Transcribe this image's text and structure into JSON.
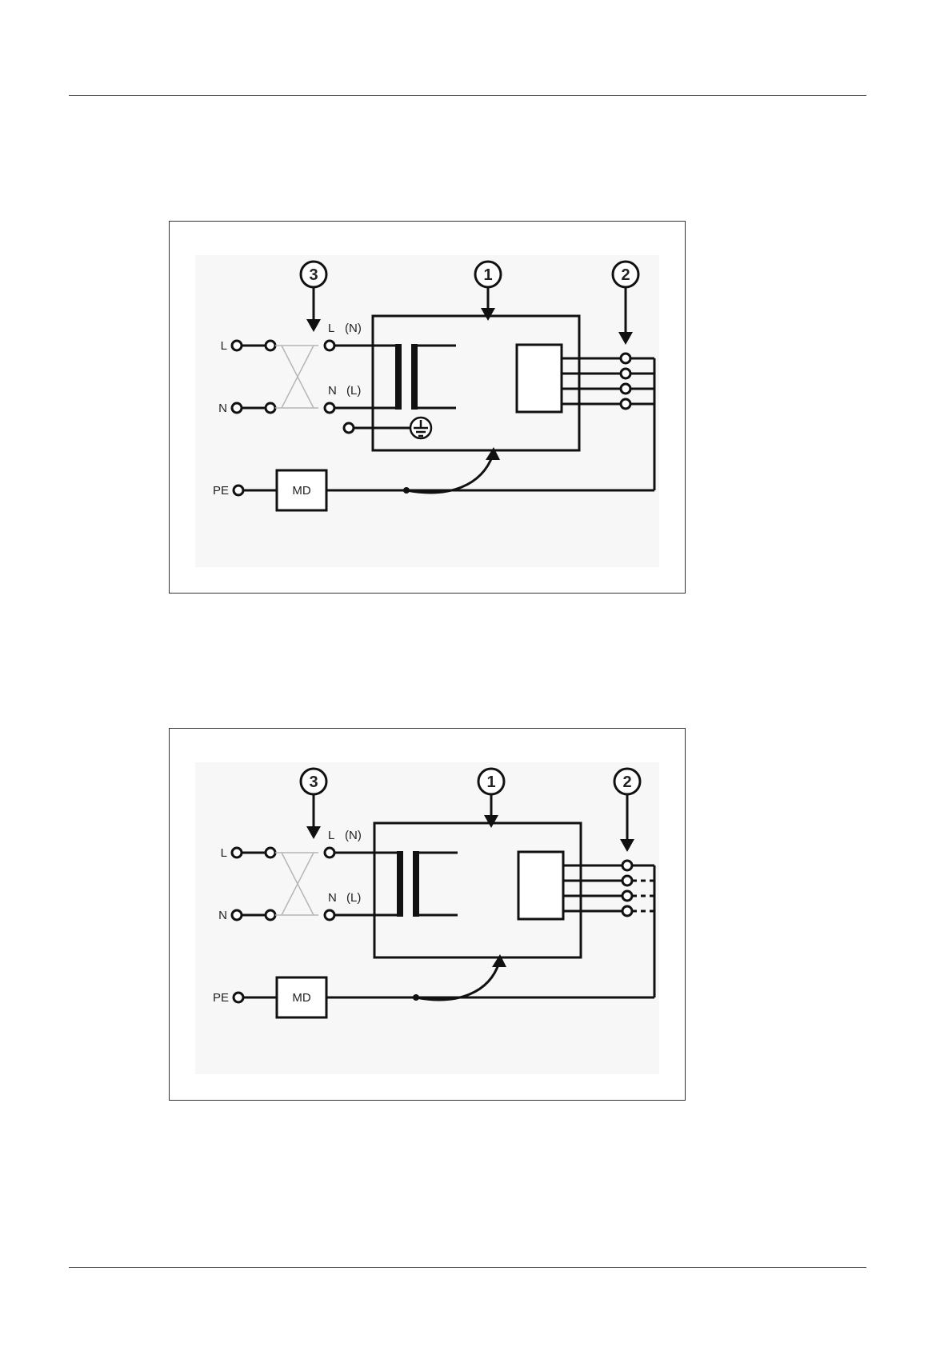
{
  "diagrams": [
    {
      "callouts": {
        "c1": "1",
        "c2": "2",
        "c3": "3"
      },
      "terminals": {
        "line_in": "L",
        "neutral_in": "N",
        "protective_earth": "PE",
        "out_line": "L",
        "out_line_alt": "(N)",
        "out_neutral": "N",
        "out_neutral_alt": "(L)"
      },
      "monitoring_device": "MD",
      "has_screen_terminal": true,
      "output_style": "solid"
    },
    {
      "callouts": {
        "c1": "1",
        "c2": "2",
        "c3": "3"
      },
      "terminals": {
        "line_in": "L",
        "neutral_in": "N",
        "protective_earth": "PE",
        "out_line": "L",
        "out_line_alt": "(N)",
        "out_neutral": "N",
        "out_neutral_alt": "(L)"
      },
      "monitoring_device": "MD",
      "has_screen_terminal": false,
      "output_style": "dashed"
    }
  ]
}
